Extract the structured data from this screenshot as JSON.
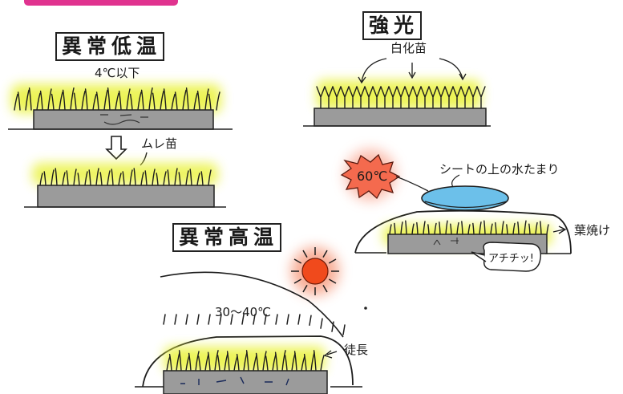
{
  "panels": {
    "low_temp": {
      "title": "異常低温",
      "temp_note": "4℃以下",
      "seedling_note": "ムレ苗"
    },
    "strong_light": {
      "title": "強光",
      "seedling_note": "白化苗"
    },
    "heat_sheet": {
      "temp_bubble": "60℃",
      "water_note": "シートの上の水たまり",
      "leaf_note": "葉焼け",
      "exclaim": "アチチッ!"
    },
    "high_temp": {
      "title": "異常高温",
      "temp_note": "30～40℃",
      "seedling_note": "徒長"
    }
  },
  "colors": {
    "grass": "#9ec21a",
    "grass_glow": "#e6f02a",
    "soil": "#9b9b9b",
    "sun": "#f04a1c",
    "burst": "#f26a50",
    "water": "#6cc0ea",
    "accent_bar": "#e0338f"
  }
}
